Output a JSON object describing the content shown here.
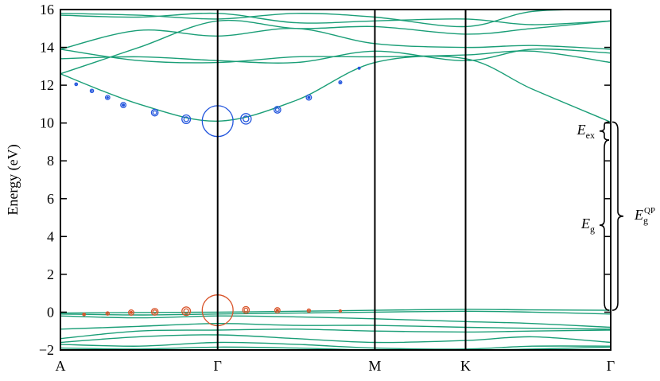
{
  "chart_data": {
    "type": "line",
    "title": "",
    "xlabel": "",
    "ylabel": "Energy (eV)",
    "ylim": [
      -2,
      16
    ],
    "yticks": [
      -2,
      0,
      2,
      4,
      6,
      8,
      10,
      12,
      14,
      16
    ],
    "yticklabels": [
      "−2",
      "0",
      "2",
      "4",
      "6",
      "8",
      "10",
      "12",
      "14",
      "16"
    ],
    "kpath": [
      {
        "label": "A",
        "k": 0.0
      },
      {
        "label": "Γ",
        "k": 1.0
      },
      {
        "label": "M",
        "k": 2.0
      },
      {
        "label": "K",
        "k": 2.577
      },
      {
        "label": "Γ",
        "k": 3.5
      }
    ],
    "grid": false,
    "legend": "none",
    "colors": {
      "bands": "#1a9e77",
      "conduction_weights": "#2255dd",
      "valence_weights": "#d9542a",
      "axis": "#000000"
    },
    "series": [
      {
        "points": [
          [
            0,
            12.6
          ],
          [
            0.5,
            11.0
          ],
          [
            1.0,
            10.1
          ],
          [
            1.5,
            11.2
          ],
          [
            2.0,
            13.2
          ],
          [
            2.577,
            13.4
          ],
          [
            3.0,
            11.8
          ],
          [
            3.5,
            10.05
          ]
        ]
      },
      {
        "points": [
          [
            0,
            13.9
          ],
          [
            0.5,
            13.3
          ],
          [
            1.0,
            13.2
          ],
          [
            1.5,
            13.5
          ],
          [
            2.0,
            13.5
          ],
          [
            2.577,
            13.6
          ],
          [
            3.0,
            13.8
          ],
          [
            3.5,
            13.2
          ]
        ]
      },
      {
        "points": [
          [
            0,
            13.4
          ],
          [
            0.5,
            13.5
          ],
          [
            1.0,
            13.3
          ],
          [
            1.5,
            13.2
          ],
          [
            2.0,
            13.8
          ],
          [
            2.577,
            13.3
          ],
          [
            3.0,
            13.9
          ],
          [
            3.5,
            13.7
          ]
        ]
      },
      {
        "points": [
          [
            0,
            13.9
          ],
          [
            0.5,
            14.9
          ],
          [
            1.0,
            14.6
          ],
          [
            1.5,
            15.0
          ],
          [
            2.0,
            14.2
          ],
          [
            2.577,
            14.0
          ],
          [
            3.0,
            14.1
          ],
          [
            3.5,
            13.9
          ]
        ]
      },
      {
        "points": [
          [
            0,
            12.6
          ],
          [
            0.5,
            14.0
          ],
          [
            1.0,
            15.4
          ],
          [
            1.5,
            15.0
          ],
          [
            2.0,
            15.1
          ],
          [
            2.577,
            14.7
          ],
          [
            3.0,
            15.0
          ],
          [
            3.5,
            15.4
          ]
        ]
      },
      {
        "points": [
          [
            0,
            15.7
          ],
          [
            0.5,
            15.6
          ],
          [
            1.0,
            15.8
          ],
          [
            1.5,
            15.3
          ],
          [
            2.0,
            15.4
          ],
          [
            2.577,
            15.5
          ],
          [
            3.0,
            15.2
          ],
          [
            3.5,
            15.4
          ]
        ]
      },
      {
        "points": [
          [
            0,
            15.8
          ],
          [
            0.5,
            15.7
          ],
          [
            1.0,
            15.5
          ],
          [
            1.5,
            15.8
          ],
          [
            2.0,
            15.6
          ],
          [
            2.577,
            15.1
          ],
          [
            3.0,
            15.9
          ],
          [
            3.5,
            16.0
          ]
        ]
      },
      {
        "points": [
          [
            0,
            -0.05
          ],
          [
            0.5,
            -0.02
          ],
          [
            1.0,
            0.0
          ],
          [
            1.5,
            0.05
          ],
          [
            2.0,
            0.1
          ],
          [
            2.577,
            0.15
          ],
          [
            3.0,
            0.12
          ],
          [
            3.5,
            0.1
          ]
        ]
      },
      {
        "points": [
          [
            0,
            -0.1
          ],
          [
            0.5,
            -0.15
          ],
          [
            1.0,
            -0.1
          ],
          [
            1.5,
            -0.05
          ],
          [
            2.0,
            0.0
          ],
          [
            2.577,
            0.05
          ],
          [
            3.0,
            0.0
          ],
          [
            3.5,
            -0.1
          ]
        ]
      },
      {
        "points": [
          [
            0,
            -0.2
          ],
          [
            0.5,
            -0.3
          ],
          [
            1.0,
            -0.2
          ],
          [
            1.5,
            -0.25
          ],
          [
            2.0,
            -0.35
          ],
          [
            2.577,
            -0.5
          ],
          [
            3.0,
            -0.6
          ],
          [
            3.5,
            -0.8
          ]
        ]
      },
      {
        "points": [
          [
            0,
            -0.9
          ],
          [
            0.5,
            -0.75
          ],
          [
            1.0,
            -0.6
          ],
          [
            1.5,
            -0.7
          ],
          [
            2.0,
            -0.7
          ],
          [
            2.577,
            -0.8
          ],
          [
            3.0,
            -0.85
          ],
          [
            3.5,
            -0.9
          ]
        ]
      },
      {
        "points": [
          [
            0,
            -1.4
          ],
          [
            0.5,
            -1.0
          ],
          [
            1.0,
            -0.95
          ],
          [
            1.5,
            -0.9
          ],
          [
            2.0,
            -1.0
          ],
          [
            2.577,
            -1.05
          ],
          [
            3.0,
            -1.0
          ],
          [
            3.5,
            -0.95
          ]
        ]
      },
      {
        "points": [
          [
            0,
            -1.6
          ],
          [
            0.5,
            -1.3
          ],
          [
            1.0,
            -1.2
          ],
          [
            1.5,
            -1.4
          ],
          [
            2.0,
            -1.6
          ],
          [
            2.577,
            -1.5
          ],
          [
            3.0,
            -1.3
          ],
          [
            3.5,
            -1.6
          ]
        ]
      },
      {
        "points": [
          [
            0,
            -1.7
          ],
          [
            0.5,
            -1.8
          ],
          [
            1.0,
            -1.6
          ],
          [
            1.5,
            -1.7
          ],
          [
            2.0,
            -1.9
          ],
          [
            2.577,
            -1.95
          ],
          [
            3.0,
            -1.8
          ],
          [
            3.5,
            -1.8
          ]
        ]
      },
      {
        "points": [
          [
            0,
            -1.9
          ],
          [
            0.5,
            -1.95
          ],
          [
            1.0,
            -1.85
          ],
          [
            1.5,
            -1.9
          ],
          [
            2.0,
            -2.0
          ],
          [
            2.577,
            -2.0
          ],
          [
            3.0,
            -1.95
          ],
          [
            3.5,
            -1.85
          ]
        ]
      }
    ],
    "conduction_weights": [
      {
        "k": 0.1,
        "e": 12.05,
        "w": 0.08
      },
      {
        "k": 0.2,
        "e": 11.7,
        "w": 0.12
      },
      {
        "k": 0.3,
        "e": 11.35,
        "w": 0.2
      },
      {
        "k": 0.4,
        "e": 10.95,
        "w": 0.3
      },
      {
        "k": 0.6,
        "e": 10.55,
        "w": 0.5
      },
      {
        "k": 0.8,
        "e": 10.2,
        "w": 0.8
      },
      {
        "k": 1.0,
        "e": 10.1,
        "w": 3.0
      },
      {
        "k": 1.18,
        "e": 10.22,
        "w": 1.2
      },
      {
        "k": 1.38,
        "e": 10.7,
        "w": 0.5
      },
      {
        "k": 1.58,
        "e": 11.35,
        "w": 0.3
      },
      {
        "k": 1.78,
        "e": 12.15,
        "w": 0.1
      },
      {
        "k": 1.9,
        "e": 12.9,
        "w": 0.05
      }
    ],
    "valence_weights": [
      {
        "k": 0.15,
        "e": -0.12,
        "w": 0.08
      },
      {
        "k": 0.3,
        "e": -0.07,
        "w": 0.12
      },
      {
        "k": 0.45,
        "e": -0.02,
        "w": 0.3
      },
      {
        "k": 0.6,
        "e": 0.02,
        "w": 0.5
      },
      {
        "k": 0.8,
        "e": 0.05,
        "w": 0.8
      },
      {
        "k": 1.0,
        "e": 0.1,
        "w": 3.0
      },
      {
        "k": 1.18,
        "e": 0.12,
        "w": 0.5
      },
      {
        "k": 1.38,
        "e": 0.1,
        "w": 0.3
      },
      {
        "k": 1.58,
        "e": 0.08,
        "w": 0.12
      },
      {
        "k": 1.78,
        "e": 0.06,
        "w": 0.06
      }
    ],
    "annotations": [
      {
        "base": "E",
        "sub": "ex",
        "sup": ""
      },
      {
        "base": "E",
        "sub": "g",
        "sup": ""
      },
      {
        "base": "E",
        "sub": "g",
        "sup": "QP"
      }
    ],
    "brackets": {
      "cbm": 10.05,
      "exciton": 9.1,
      "vbm": 0.1
    }
  }
}
